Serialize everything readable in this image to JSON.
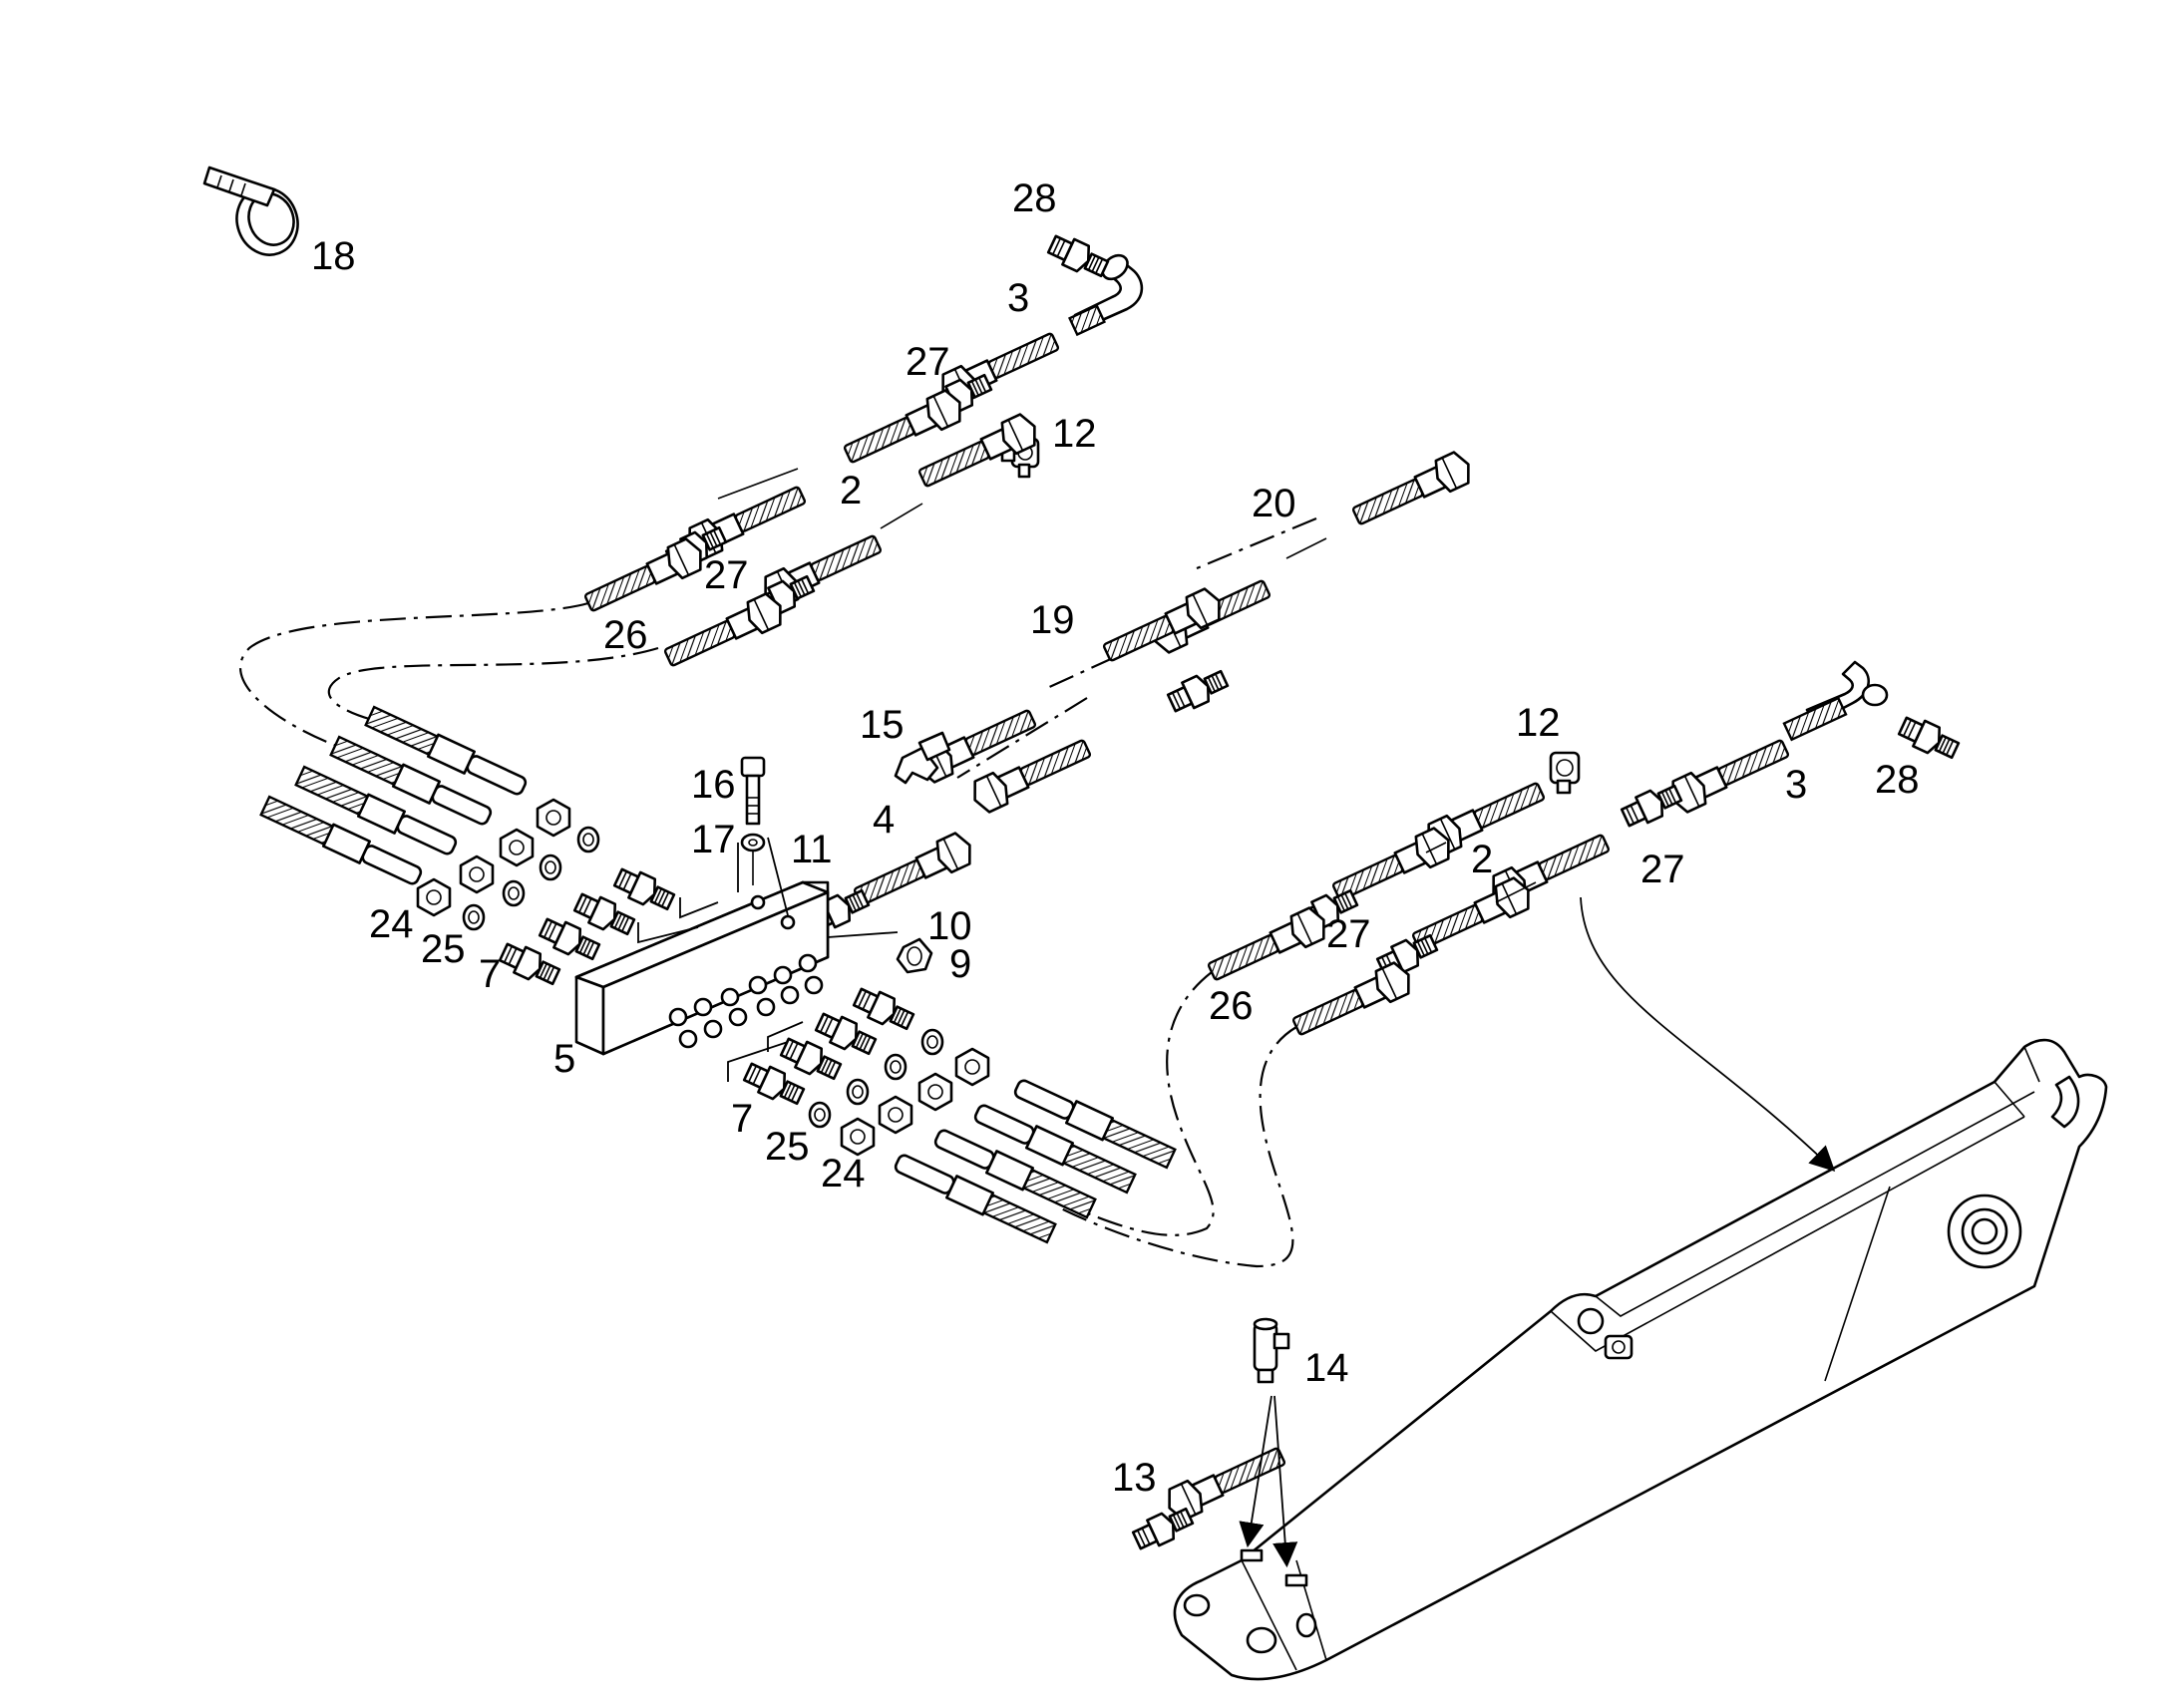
{
  "callouts": {
    "c18": "18",
    "c28a": "28",
    "c3a": "3",
    "c27a": "27",
    "c12a": "12",
    "c2a": "2",
    "c27b": "27",
    "c26a": "26",
    "c20": "20",
    "c19": "19",
    "c15": "15",
    "c16": "16",
    "c17": "17",
    "c11": "11",
    "c4": "4",
    "c24a": "24",
    "c25a": "25",
    "c7a": "7",
    "c10": "10",
    "c9": "9",
    "c5": "5",
    "c7b": "7",
    "c25b": "25",
    "c24b": "24",
    "c12b": "12",
    "c3b": "3",
    "c28b": "28",
    "c2b": "2",
    "c27c": "27",
    "c27d": "27",
    "c26b": "26",
    "c14": "14",
    "c13": "13"
  }
}
